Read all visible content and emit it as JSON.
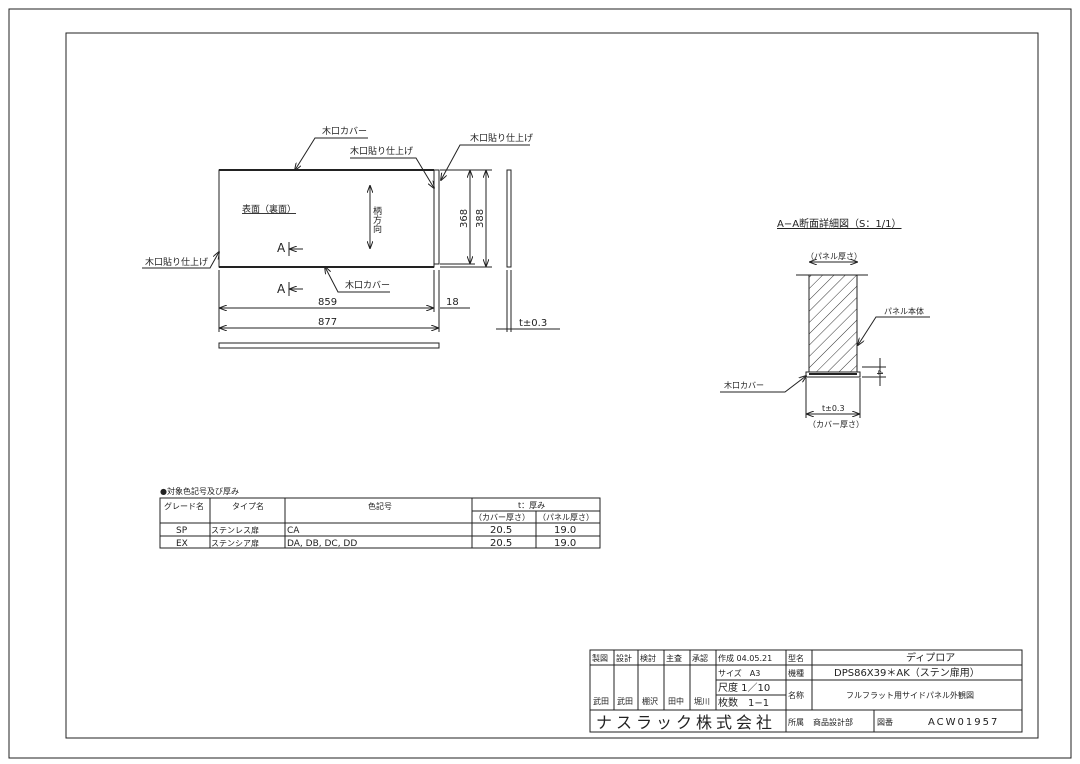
{
  "drawing": {
    "labels": {
      "edge_cover_top": "木口カバー",
      "edge_finish_inner": "木口貼り仕上げ",
      "edge_finish_right": "木口貼り仕上げ",
      "edge_finish_left": "木口貼り仕上げ",
      "edge_cover_bottom": "木口カバー",
      "surface": "表面（裏面）",
      "grain_direction": "柄方向",
      "section_mark_a1": "A",
      "section_mark_a2": "A",
      "dim_368": "368",
      "dim_388": "388",
      "dim_859": "859",
      "dim_877": "877",
      "dim_18": "18",
      "dim_t": "t±0.3"
    },
    "section": {
      "title": "A−A断面詳細図（S：1/1）",
      "panel_thickness": "（パネル厚さ）",
      "panel_body": "パネル本体",
      "edge_cover": "木口カバー",
      "dim_4": "4",
      "dim_t": "t±0.3",
      "cover_thickness": "（カバー厚さ）"
    }
  },
  "table": {
    "title": "●対象色記号及び厚み",
    "headers": [
      "グレード名",
      "タイプ名",
      "色記号",
      "t：厚み",
      "（カバー厚さ）",
      "（パネル厚さ）"
    ],
    "rows": [
      [
        "SP",
        "ステンレス扉",
        "CA",
        "20.5",
        "19.0"
      ],
      [
        "EX",
        "ステンシア扉",
        "DA, DB, DC, DD",
        "20.5",
        "19.0"
      ]
    ]
  },
  "title_block": {
    "roles": [
      "製図",
      "設計",
      "検討",
      "主査",
      "承認"
    ],
    "stamps": [
      "武田",
      "武田",
      "棚沢",
      "田中",
      "堀川"
    ],
    "created": "作成 04.05.21",
    "size": "サイズ　A3",
    "scale": "尺度 1／10",
    "sheets": "枚数　1−1",
    "company": "ナスラック株式会社",
    "model_label": "型名",
    "model": "ディプロア",
    "type_label": "機種",
    "type": "DPS86X39＊AK（ステン扉用）",
    "name_label": "名称",
    "name": "フルフラット用サイドパネル外観図",
    "dept_label": "所属",
    "dept": "商品設計部",
    "drawing_no_label": "図番",
    "drawing_no": "ACW01957"
  }
}
